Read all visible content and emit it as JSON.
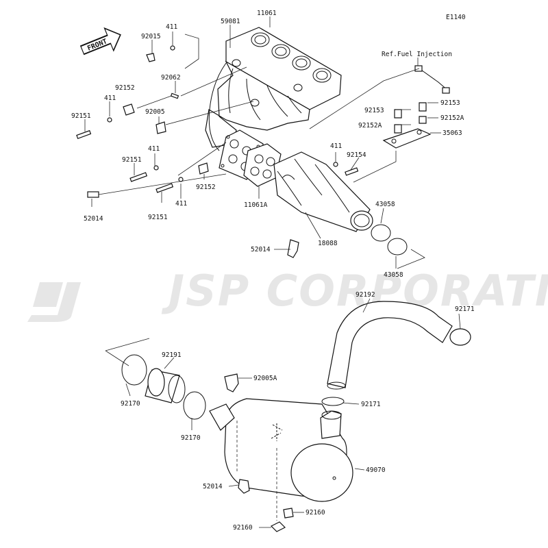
{
  "diagram_code": "E1140",
  "watermark": "JSP CORPORATION",
  "front_label": "FRONT",
  "ref_label": "Ref.Fuel Injection",
  "labels": {
    "l11061": "11061",
    "l59081": "59081",
    "l411a": "411",
    "l92015": "92015",
    "l92062": "92062",
    "l92152a": "92152",
    "l411b": "411",
    "l92151a": "92151",
    "l92005": "92005",
    "l411c": "411",
    "l92151b": "92151",
    "l92152b": "92152",
    "l411d": "411",
    "l11061A": "11061A",
    "l52014a": "52014",
    "l92151c": "92151",
    "l92153a": "92153",
    "l92153b": "92153",
    "l92152A_a": "92152A",
    "l92152A_b": "92152A",
    "l35063": "35063",
    "l411e": "411",
    "l92154": "92154",
    "l43058a": "43058",
    "l18088": "18088",
    "l52014b": "52014",
    "l43058b": "43058",
    "l92192": "92192",
    "l92171a": "92171",
    "l92191": "92191",
    "l92005A": "92005A",
    "l92170a": "92170",
    "l92171b": "92171",
    "l92170b": "92170",
    "l49070": "49070",
    "l52014c": "52014",
    "l92160a": "92160",
    "l92160b": "92160"
  }
}
